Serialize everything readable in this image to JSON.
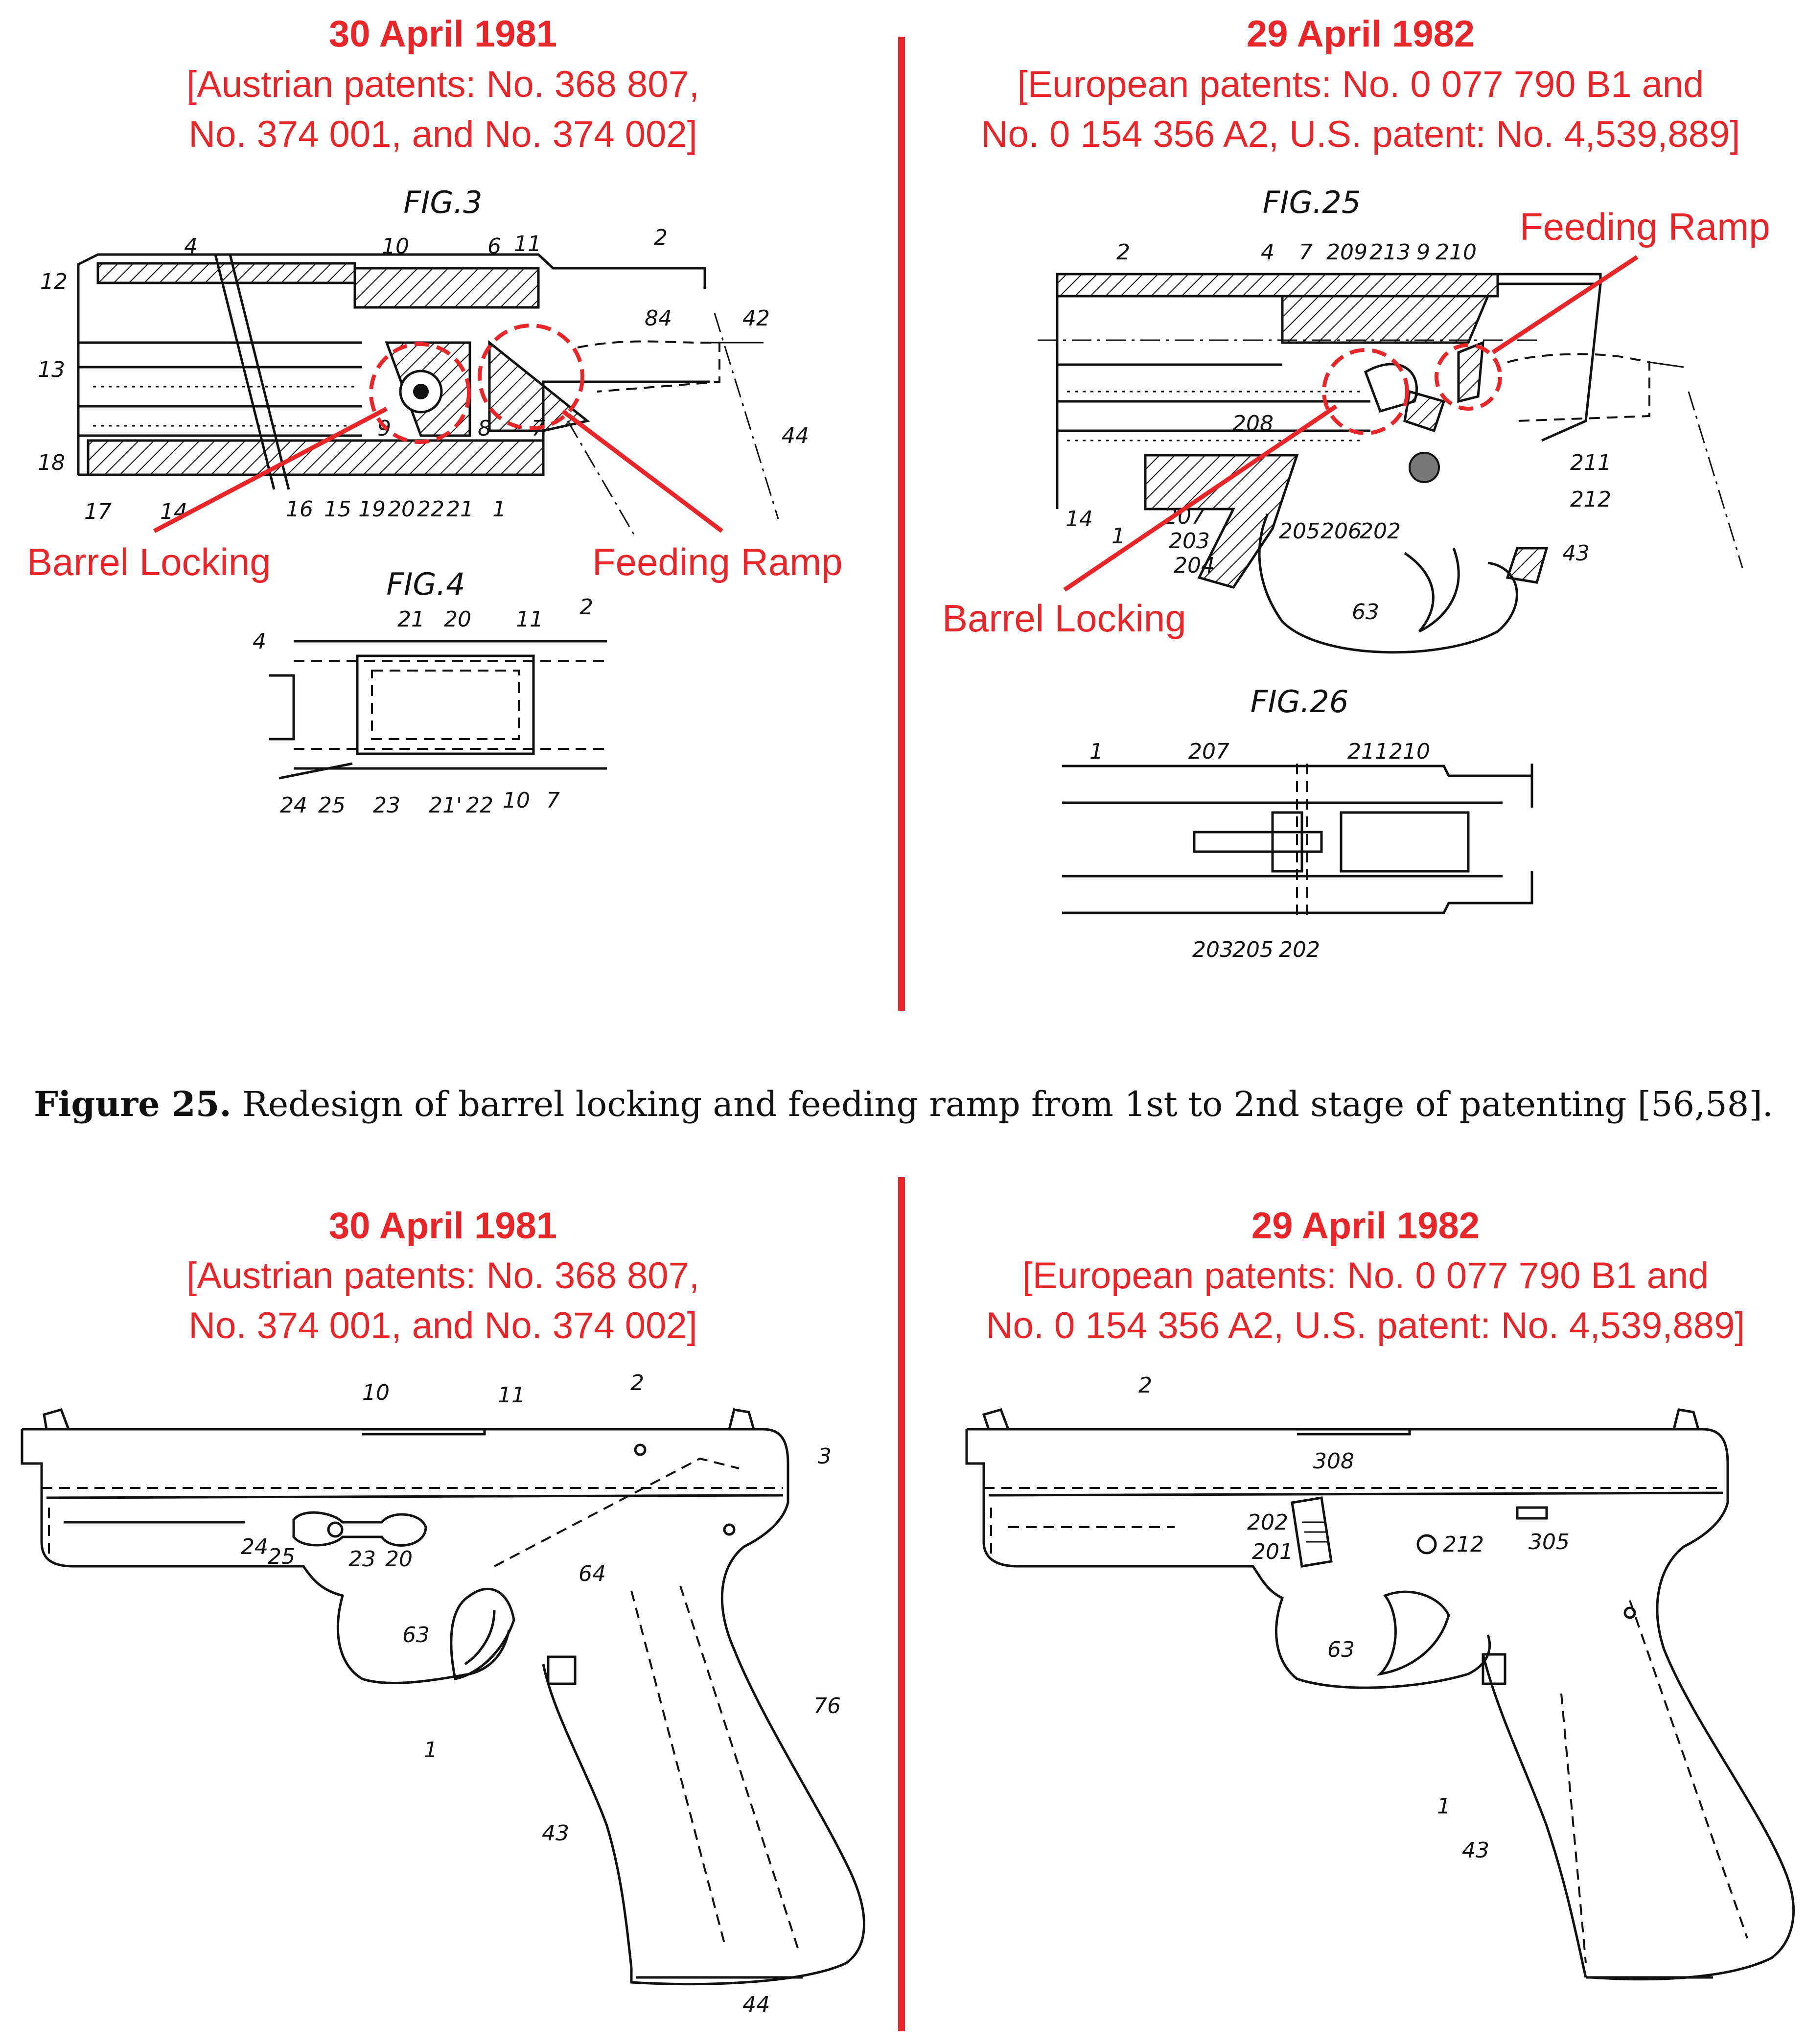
{
  "panels": {
    "top_left": {
      "date": "30 April 1981",
      "line1": "[Austrian patents: No. 368 807,",
      "line2": "No. 374 001, and No. 374 002]",
      "fig_a": "FIG.3",
      "fig_b": "FIG.4",
      "callout_locking": "Barrel Locking",
      "callout_ramp": "Feeding Ramp",
      "fig3_numbers": [
        "4",
        "10",
        "6",
        "11",
        "2",
        "12",
        "13",
        "18",
        "17",
        "14",
        "16",
        "15",
        "19",
        "20",
        "22",
        "21",
        "1",
        "9",
        "8",
        "7",
        "84",
        "42",
        "44"
      ],
      "fig4_numbers": [
        "4",
        "21",
        "20",
        "11",
        "2",
        "24",
        "25",
        "23",
        "21'",
        "22",
        "10",
        "7"
      ]
    },
    "top_right": {
      "date": "29 April 1982",
      "line1": "[European patents: No. 0 077 790 B1 and",
      "line2": "No. 0 154 356 A2, U.S. patent: No. 4,539,889]",
      "fig_a": "FIG.25",
      "fig_b": "FIG.26",
      "callout_locking": "Barrel Locking",
      "callout_ramp": "Feeding Ramp",
      "fig25_numbers": [
        "2",
        "4",
        "7",
        "209",
        "213",
        "9",
        "210",
        "208",
        "14",
        "1",
        "207",
        "203",
        "204",
        "205",
        "206",
        "202",
        "211",
        "212",
        "43",
        "63"
      ],
      "fig26_numbers": [
        "1",
        "207",
        "211",
        "210",
        "203",
        "205",
        "202"
      ]
    },
    "bottom_left": {
      "date": "30 April 1981",
      "line1": "[Austrian patents: No. 368 807,",
      "line2": "No. 374 001, and No. 374 002]",
      "numbers": [
        "10",
        "11",
        "2",
        "3",
        "24",
        "25",
        "23",
        "20",
        "64",
        "63",
        "76",
        "1",
        "43",
        "44"
      ]
    },
    "bottom_right": {
      "date": "29 April 1982",
      "line1": "[European patents: No. 0 077 790 B1 and",
      "line2": "No. 0 154 356 A2, U.S. patent: No. 4,539,889]",
      "numbers": [
        "2",
        "308",
        "202",
        "201",
        "212",
        "305",
        "63",
        "1",
        "43"
      ]
    }
  },
  "caption": {
    "label": "Figure 25.",
    "text": " Redesign of barrel locking and feeding ramp from 1st to 2nd stage of patenting [56,58]."
  },
  "colors": {
    "accent": "#e8262a",
    "ink": "#111111"
  }
}
